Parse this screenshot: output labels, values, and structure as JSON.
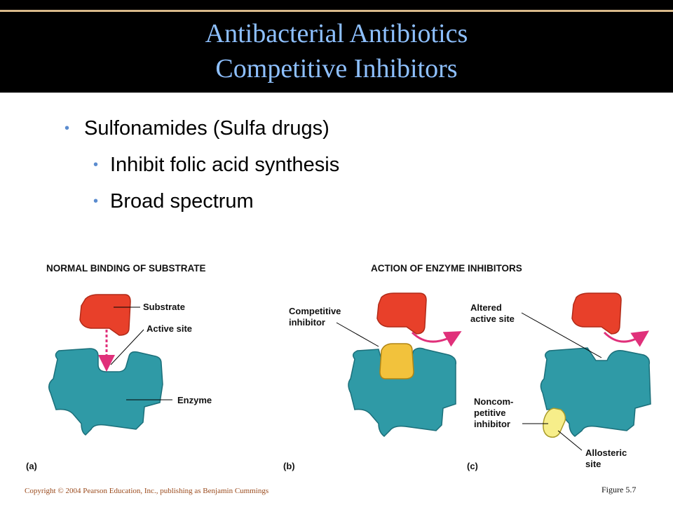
{
  "title": {
    "line1": "Antibacterial Antibiotics",
    "line2": "Competitive Inhibitors"
  },
  "bullets": [
    {
      "text": "Sulfonamides (Sulfa drugs)",
      "level": 1
    },
    {
      "text": "Inhibit folic acid synthesis",
      "level": 2
    },
    {
      "text": "Broad spectrum",
      "level": 2
    }
  ],
  "figure": {
    "panel_a_heading": "NORMAL BINDING OF SUBSTRATE",
    "panel_bc_heading": "ACTION OF ENZYME INHIBITORS",
    "labels": {
      "substrate": "Substrate",
      "active_site": "Active site",
      "enzyme": "Enzyme",
      "competitive_inhibitor": [
        "Competitive",
        "inhibitor"
      ],
      "altered_active_site": [
        "Altered",
        "active site"
      ],
      "noncompetitive_inhibitor": [
        "Noncom-",
        "petitive",
        "inhibitor"
      ],
      "allosteric_site": [
        "Allosteric",
        "site"
      ]
    },
    "panel_letters": [
      "(a)",
      "(b)",
      "(c)"
    ],
    "colors": {
      "enzyme": "#2f9aa6",
      "substrate": "#e8402a",
      "competitive": "#f2c23c",
      "noncompetitive": "#f7ee8a",
      "arrow": "#e0307a"
    }
  },
  "footer": {
    "copyright": "Copyright © 2004 Pearson Education, Inc., publishing as Benjamin Cummings",
    "figure_ref": "Figure 5.7"
  }
}
